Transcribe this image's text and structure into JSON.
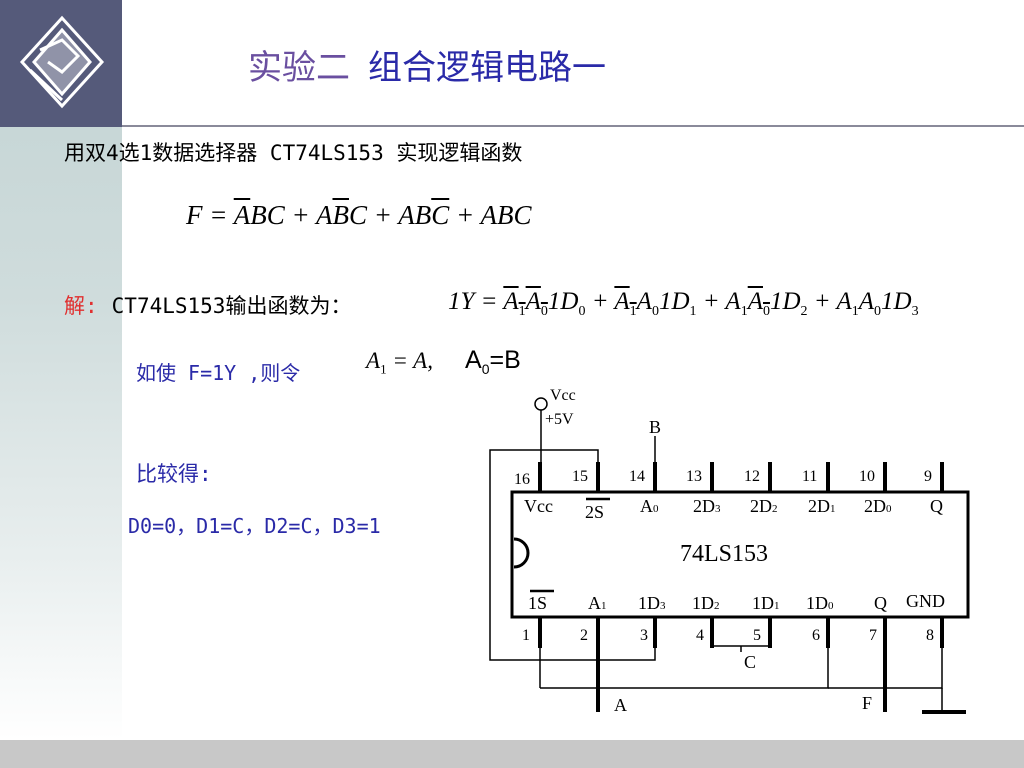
{
  "slide": {
    "title_prefix": "实验二",
    "title_main": "组合逻辑电路一",
    "problem": "用双4选1数据选择器 CT74LS153 实现逻辑函数",
    "formula": {
      "lhs": "F",
      "eq": " = ",
      "terms": [
        {
          "bar": "A",
          "rest": "BC"
        },
        {
          "a": "A",
          "bar": "B",
          "rest": "C"
        },
        {
          "a": "AB",
          "bar": "C"
        },
        {
          "a": "ABC"
        }
      ],
      "plus": " + "
    },
    "solution": {
      "label": "解:",
      "desc": "CT74LS153输出函数为：",
      "expr_lhs": "1Y",
      "eq": " = ",
      "plus": " + ",
      "A": "A",
      "one": "1",
      "zero": "0",
      "D": "D",
      "d0": "0",
      "d1": "1",
      "d2": "2",
      "d3": "3"
    },
    "let_text": "如使 F=1Y ,则令",
    "let_math": {
      "a1": "A",
      "s1": "1",
      "eq": " = A,",
      "b_a": "A",
      "b_s": "0",
      "b_rest": "=B"
    },
    "compare_label": "比较得:",
    "result": "D0=0，D1=C，D2=C，D3=1"
  },
  "diagram": {
    "chip_name": "74LS153",
    "vcc_label": "Vcc",
    "vcc_value": "+5V",
    "top_pins": [
      "16",
      "15",
      "14",
      "13",
      "12",
      "11",
      "10",
      "9"
    ],
    "bottom_pins": [
      "1",
      "2",
      "3",
      "4",
      "5",
      "6",
      "7",
      "8"
    ],
    "top_labels": {
      "vcc": "Vcc",
      "s2": "2S",
      "a0": "A",
      "a0_sub": "0",
      "d3": "2D",
      "d3_sub": "3",
      "d2": "2D",
      "d2_sub": "2",
      "d1": "2D",
      "d1_sub": "1",
      "d0": "2D",
      "d0_sub": "0",
      "q": "Q"
    },
    "bottom_labels": {
      "s1": "1S",
      "a1": "A",
      "a1_sub": "1",
      "d3": "1D",
      "d3_sub": "3",
      "d2": "1D",
      "d2_sub": "2",
      "d1": "1D",
      "d1_sub": "1",
      "d0": "1D",
      "d0_sub": "0",
      "q": "Q",
      "gnd": "GND"
    },
    "input_a": "A",
    "input_b": "B",
    "input_c": "C",
    "output_f": "F"
  }
}
